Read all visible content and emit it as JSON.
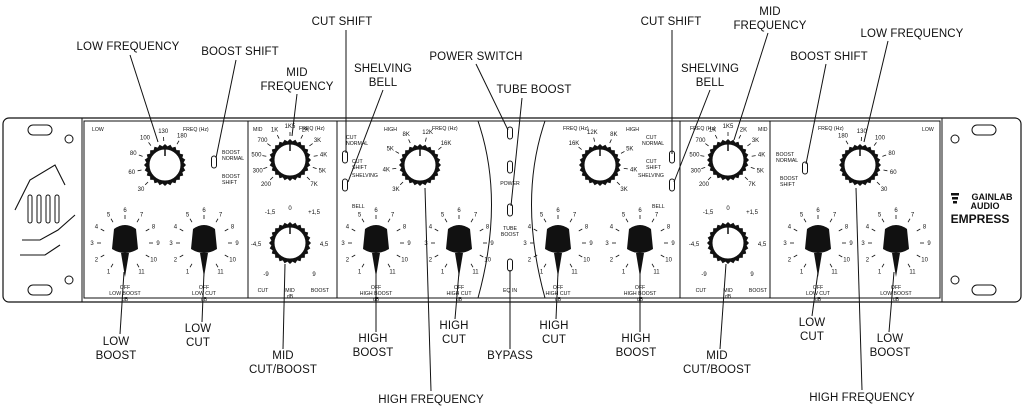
{
  "brand": {
    "line1": "GAINLAB",
    "line2": "AUDIO",
    "model": "EMPRESS"
  },
  "callouts": {
    "low_frequency": "LOW FREQUENCY",
    "boost_shift": "BOOST SHIFT",
    "cut_shift": "CUT SHIFT",
    "mid_frequency_1": "MID",
    "mid_frequency_2": "FREQUENCY",
    "shelving_1": "SHELVING",
    "shelving_2": "BELL",
    "power_switch": "POWER SWITCH",
    "tube_boost": "TUBE BOOST",
    "high_frequency": "HIGH FREQUENCY",
    "low_boost_1": "LOW",
    "low_boost_2": "BOOST",
    "low_cut_1": "LOW",
    "low_cut_2": "CUT",
    "mid_cutboost_1": "MID",
    "mid_cutboost_2": "CUT/BOOST",
    "high_boost_1": "HIGH",
    "high_boost_2": "BOOST",
    "high_cut_1": "HIGH",
    "high_cut_2": "CUT",
    "bypass": "BYPASS"
  },
  "panel": {
    "low": "LOW",
    "mid": "MID",
    "high": "HIGH",
    "freq_hz": "FREQ (Hz)",
    "boost_normal_1": "BOOST",
    "boost_normal_2": "NORMAL",
    "boost_shift_1": "BOOST",
    "boost_shift_2": "SHIFT",
    "cut_normal_1": "CUT",
    "cut_normal_2": "NORMAL",
    "cut_shift_1": "CUT",
    "cut_shift_2": "SHIFT",
    "shelving": "SHELVING",
    "bell": "BELL",
    "power": "POWER",
    "tube_boost_1": "TUBE",
    "tube_boost_2": "BOOST",
    "eq_in": "EQ IN",
    "off": "OFF",
    "db": "dB",
    "low_boost": "LOW BOOST",
    "low_cut": "LOW CUT",
    "high_boost": "HIGH BOOST",
    "high_cut": "HIGH CUT",
    "cut": "CUT",
    "boost": "BOOST",
    "mid_center": "MID",
    "low_freqs": [
      "30",
      "60",
      "80",
      "100",
      "130",
      "180"
    ],
    "mid_freqs": [
      "200",
      "300",
      "500",
      "700",
      "1K",
      "1K5",
      "2K",
      "3K",
      "4K",
      "5K",
      "7K"
    ],
    "high_freqs": [
      "3K",
      "4K",
      "5K",
      "8K",
      "12K",
      "16K"
    ],
    "mid_gain": [
      "-1,5",
      "0",
      "+1,5",
      "-4,5",
      "4,5",
      "-9",
      "9"
    ],
    "gain_scale": [
      "1",
      "2",
      "3",
      "4",
      "5",
      "6",
      "7",
      "8",
      "9",
      "10",
      "11"
    ]
  }
}
